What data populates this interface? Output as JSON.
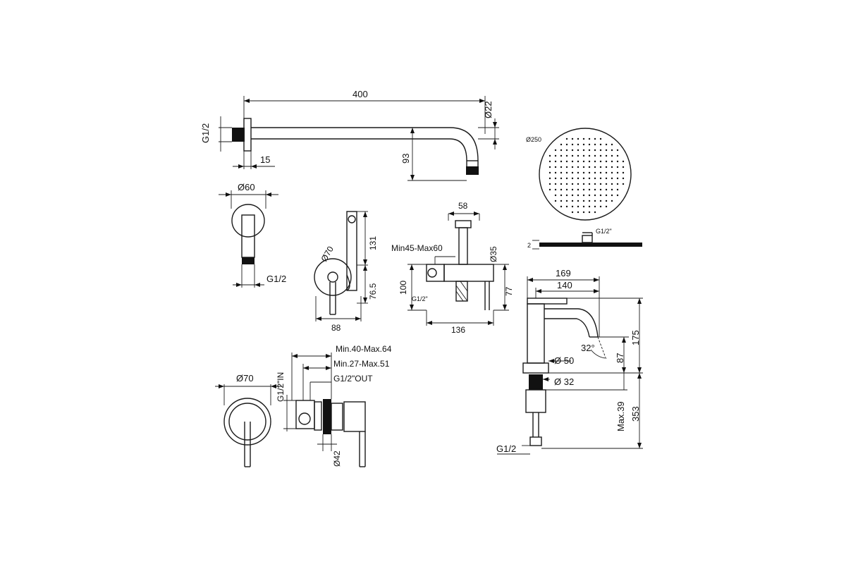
{
  "shower_arm": {
    "length": "400",
    "thread": "G1/2",
    "flange_depth": "15",
    "drop": "93",
    "diameter": "Ø22"
  },
  "wall_elbow": {
    "diameter": "Ø60",
    "thread": "G1/2"
  },
  "shower_head": {
    "diameter": "Ø250",
    "connection": "G1/2\"",
    "thickness": "2"
  },
  "bidet_mixer_front": {
    "plate_diameter": "Ø70",
    "height_top": "131",
    "height_lower": "76.5",
    "width": "88"
  },
  "bidet_mixer_side": {
    "depth_range": "Min45-Max60",
    "holder_width": "58",
    "outlet_diameter": "Ø35",
    "height_left": "100",
    "height_right": "77",
    "total_width": "136",
    "thread": "G1/2\""
  },
  "basin_mixer": {
    "total_reach": "169",
    "spout_reach": "140",
    "height_body": "175",
    "spout_angle": "32°",
    "spout_height": "87",
    "base_diameter": "Ø 50",
    "shank_diameter": "Ø 32",
    "max_deck": "Max.39",
    "total_height": "353",
    "thread": "G1/2"
  },
  "concealed_mixer": {
    "plate_diameter": "Ø70",
    "range_outer": "Min.40-Max.64",
    "range_inner": "Min.27-Max.51",
    "inlet": "G1/2\"IN",
    "outlet": "G1/2\"OUT",
    "body_diameter": "Ø42"
  }
}
